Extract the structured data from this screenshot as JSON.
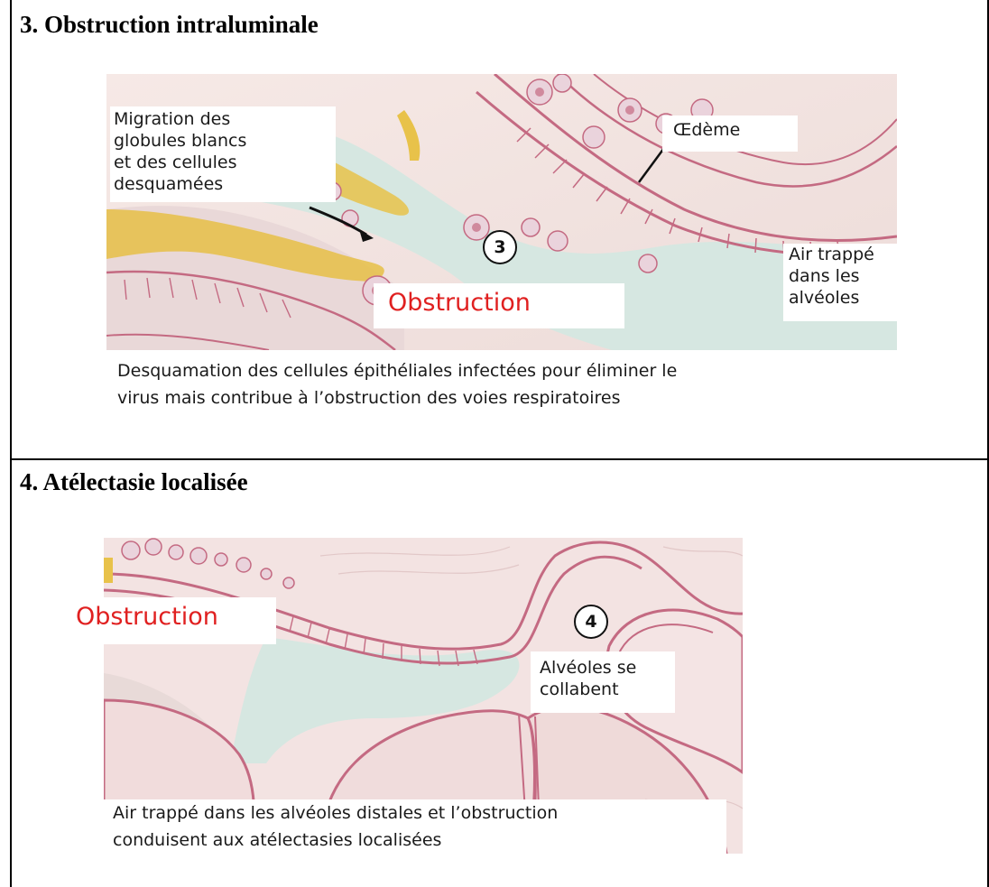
{
  "section3": {
    "heading": "3. Obstruction intraluminale",
    "labels": {
      "migration": [
        "Migration des",
        "globules blancs",
        "et des cellules",
        "desquamées"
      ],
      "oedeme": "Œdème",
      "air_trappe": [
        "Air trappé",
        "dans les",
        "alvéoles"
      ],
      "obstruction": "Obstruction",
      "step_number": "3"
    },
    "caption": [
      "Desquamation des cellules épithéliales infectées pour éliminer le",
      "virus mais contribue à l’obstruction des voies respiratoires"
    ]
  },
  "section4": {
    "heading": "4. Atélectasie localisée",
    "labels": {
      "obstruction": "Obstruction",
      "alveoles": [
        "Alvéoles se",
        "collabent"
      ],
      "step_number": "4"
    },
    "caption": [
      "Air trappé dans les alvéoles distales et l’obstruction",
      "conduisent aux atélectasies localisées"
    ]
  },
  "colors": {
    "membrane": "#c46a82",
    "tissue": "#f3e3e2",
    "lumen": "#d8e8e2",
    "mucus": "#e8c24a",
    "obstruction_text": "#e02020"
  }
}
